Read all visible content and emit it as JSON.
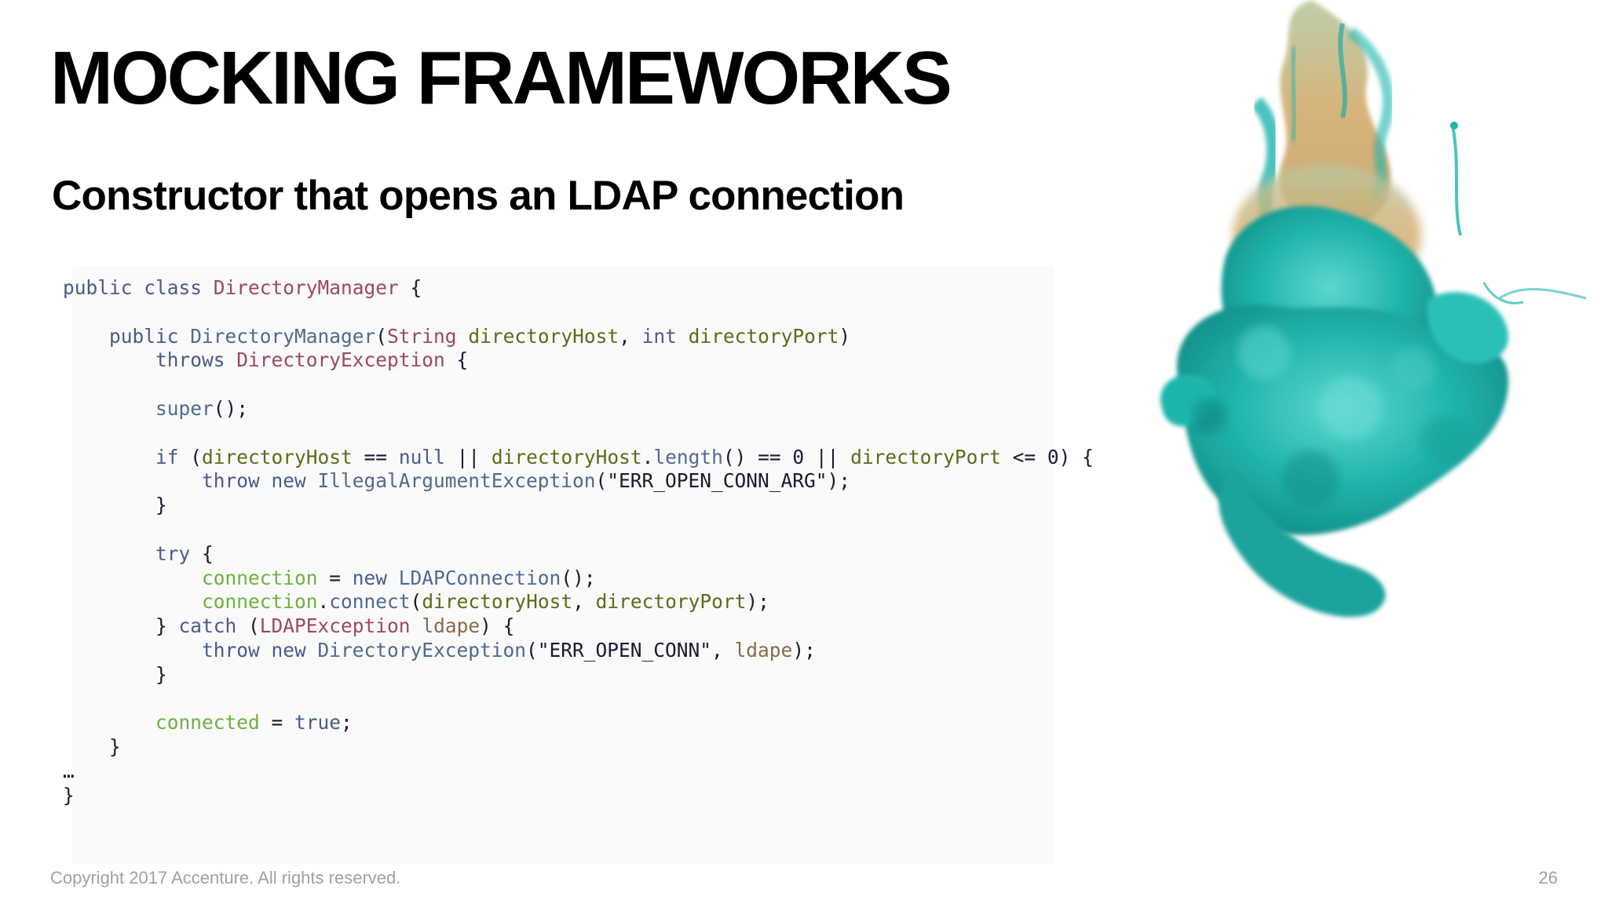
{
  "slide": {
    "title": "MOCKING FRAMEWORKS",
    "subtitle": "Constructor that opens an LDAP connection",
    "footer": "Copyright 2017 Accenture. All rights reserved.",
    "page_number": "26"
  },
  "code": {
    "language": "java",
    "lines": [
      [
        [
          "kw",
          "public class "
        ],
        [
          "ty",
          "DirectoryManager"
        ],
        [
          "str",
          " {"
        ]
      ],
      [],
      [
        [
          "kw",
          "    public "
        ],
        [
          "fn",
          "DirectoryManager"
        ],
        [
          "str",
          "("
        ],
        [
          "ty",
          "String"
        ],
        [
          "str",
          " "
        ],
        [
          "var",
          "directoryHost"
        ],
        [
          "str",
          ", "
        ],
        [
          "kw",
          "int"
        ],
        [
          "str",
          " "
        ],
        [
          "var",
          "directoryPort"
        ],
        [
          "str",
          ")"
        ]
      ],
      [
        [
          "kw",
          "        throws "
        ],
        [
          "ty",
          "DirectoryException"
        ],
        [
          "str",
          " {"
        ]
      ],
      [],
      [
        [
          "fn",
          "        super"
        ],
        [
          "str",
          "();"
        ]
      ],
      [],
      [
        [
          "kw",
          "        if "
        ],
        [
          "str",
          "("
        ],
        [
          "var",
          "directoryHost"
        ],
        [
          "str",
          " == "
        ],
        [
          "kw",
          "null"
        ],
        [
          "str",
          " || "
        ],
        [
          "var",
          "directoryHost"
        ],
        [
          "str",
          "."
        ],
        [
          "fn",
          "length"
        ],
        [
          "str",
          "() == 0 || "
        ],
        [
          "var",
          "directoryPort"
        ],
        [
          "str",
          " <= 0) {"
        ]
      ],
      [
        [
          "kw",
          "            throw new "
        ],
        [
          "fn",
          "IllegalArgumentException"
        ],
        [
          "str",
          "(\"ERR_OPEN_CONN_ARG\");"
        ]
      ],
      [
        [
          "str",
          "        }"
        ]
      ],
      [],
      [
        [
          "kw",
          "        try"
        ],
        [
          "str",
          " {"
        ]
      ],
      [
        [
          "fld",
          "            connection"
        ],
        [
          "str",
          " = "
        ],
        [
          "kw",
          "new "
        ],
        [
          "fn",
          "LDAPConnection"
        ],
        [
          "str",
          "();"
        ]
      ],
      [
        [
          "fld",
          "            connection"
        ],
        [
          "str",
          "."
        ],
        [
          "fn",
          "connect"
        ],
        [
          "str",
          "("
        ],
        [
          "var",
          "directoryHost"
        ],
        [
          "str",
          ", "
        ],
        [
          "var",
          "directoryPort"
        ],
        [
          "str",
          ");"
        ]
      ],
      [
        [
          "str",
          "        } "
        ],
        [
          "kw",
          "catch"
        ],
        [
          "str",
          " ("
        ],
        [
          "ty",
          "LDAPException"
        ],
        [
          "str",
          " "
        ],
        [
          "prm",
          "ldape"
        ],
        [
          "str",
          ") {"
        ]
      ],
      [
        [
          "kw",
          "            throw new "
        ],
        [
          "fn",
          "DirectoryException"
        ],
        [
          "str",
          "(\"ERR_OPEN_CONN\", "
        ],
        [
          "prm",
          "ldape"
        ],
        [
          "str",
          ");"
        ]
      ],
      [
        [
          "str",
          "        }"
        ]
      ],
      [],
      [
        [
          "fld",
          "        connected"
        ],
        [
          "str",
          " = "
        ],
        [
          "kw",
          "true"
        ],
        [
          "str",
          ";"
        ]
      ],
      [
        [
          "str",
          "    }"
        ]
      ],
      [
        [
          "str",
          "…"
        ]
      ],
      [
        [
          "str",
          "}"
        ]
      ]
    ]
  },
  "image": {
    "description_icon": "ink-cloud-illustration",
    "colors": {
      "teal": "#1fb5ad",
      "teal_dark": "#148c86",
      "ochre": "#c9a86a",
      "sand": "#d8c49a"
    }
  }
}
